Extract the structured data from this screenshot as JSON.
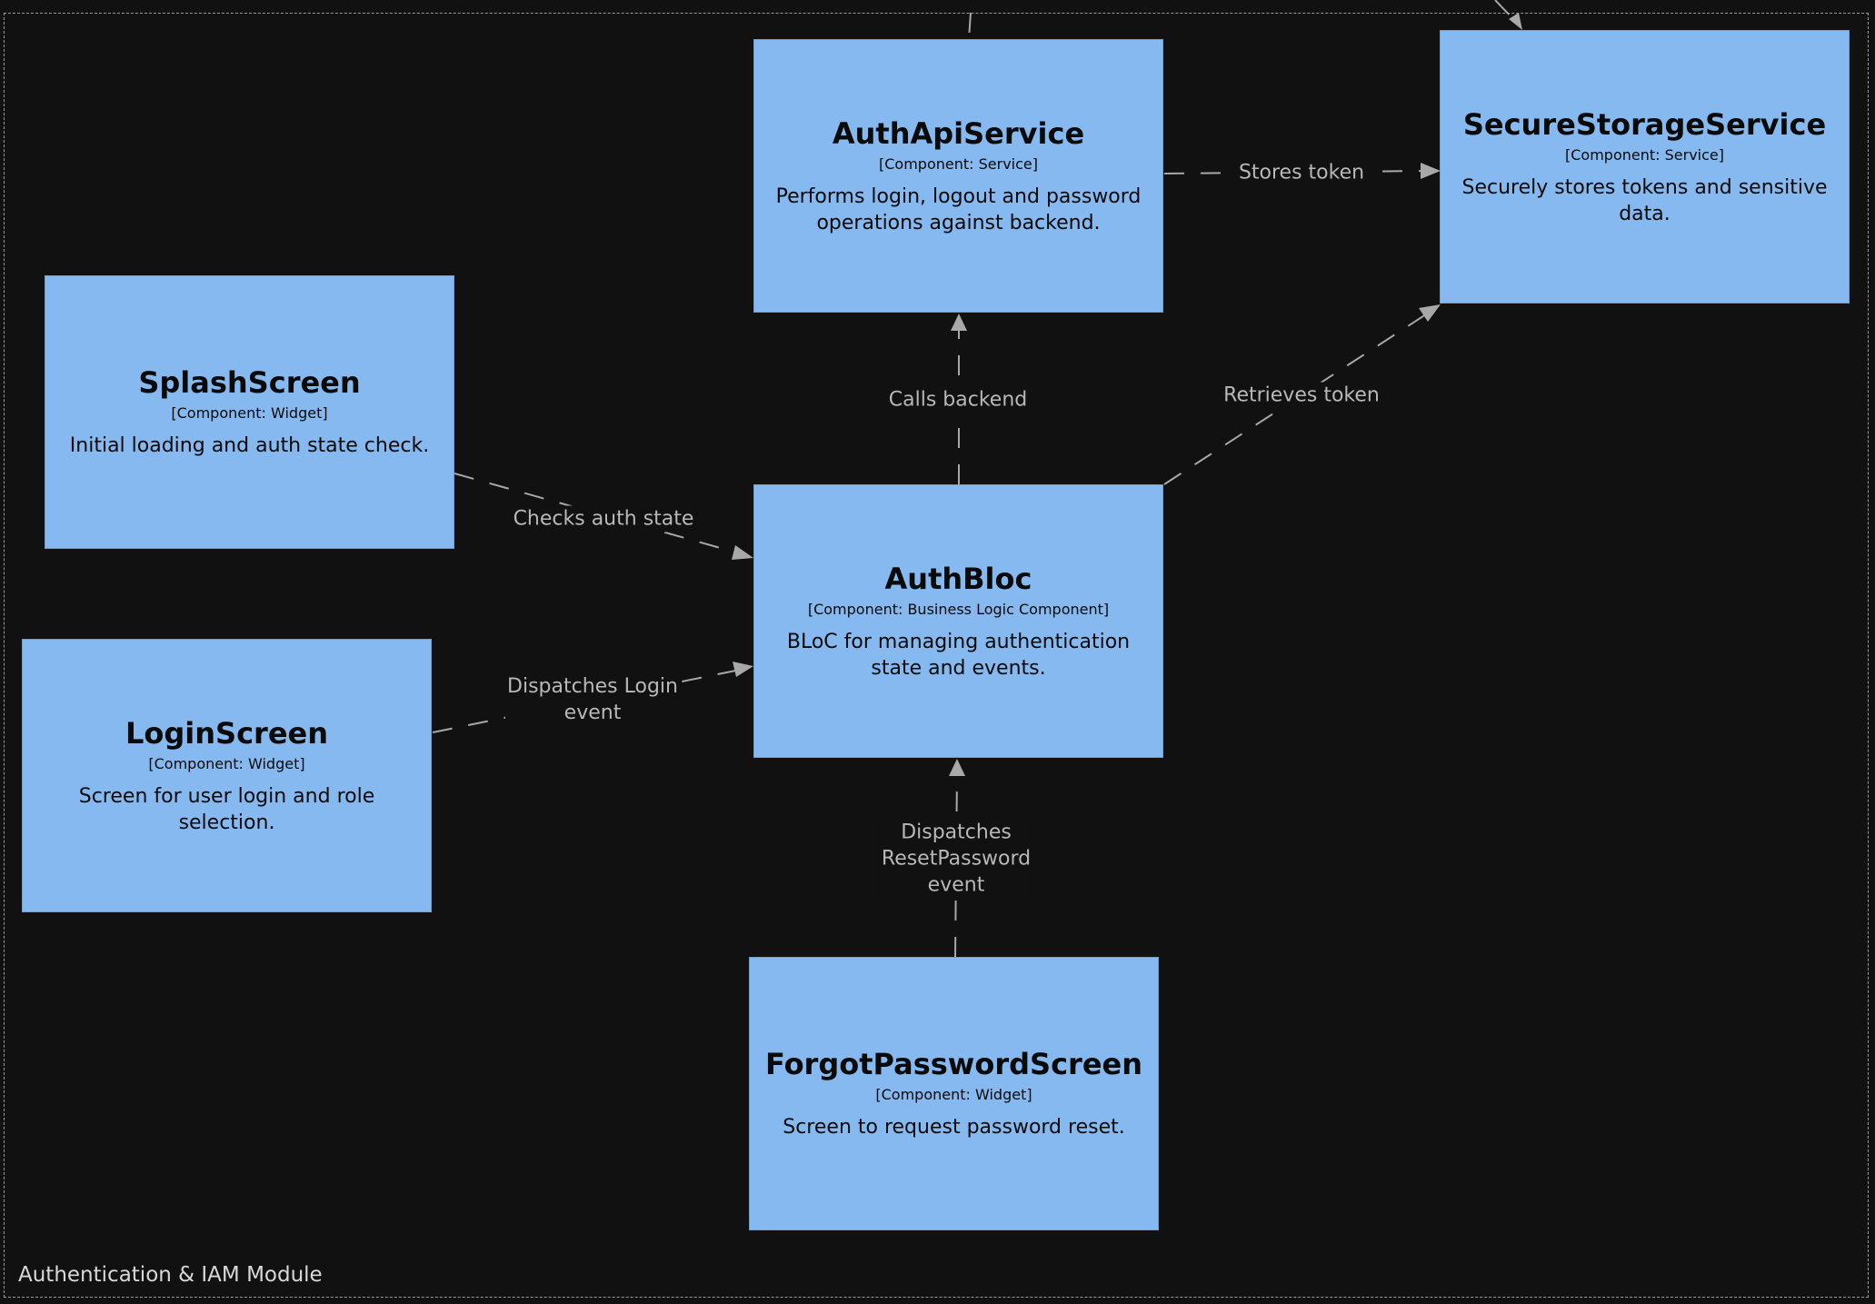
{
  "boundary": {
    "label": "Authentication & IAM Module"
  },
  "nodes": {
    "auth_api": {
      "title": "AuthApiService",
      "type": "[Component: Service]",
      "desc": "Performs login, logout and password operations against backend."
    },
    "secure_storage": {
      "title": "SecureStorageService",
      "type": "[Component: Service]",
      "desc": "Securely stores tokens and sensitive data."
    },
    "splash": {
      "title": "SplashScreen",
      "type": "[Component: Widget]",
      "desc": "Initial loading and auth state check."
    },
    "auth_bloc": {
      "title": "AuthBloc",
      "type": "[Component: Business Logic Component]",
      "desc": "BLoC for managing authentication state and events."
    },
    "login": {
      "title": "LoginScreen",
      "type": "[Component: Widget]",
      "desc": "Screen for user login and role selection."
    },
    "forgot": {
      "title": "ForgotPasswordScreen",
      "type": "[Component: Widget]",
      "desc": "Screen to request password reset."
    }
  },
  "edges": {
    "stores_token": "Stores token",
    "calls_backend": "Calls backend",
    "retrieves_token": "Retrieves token",
    "checks_auth": "Checks auth state",
    "dispatches_login": "Dispatches Login\nevent",
    "dispatches_reset": "Dispatches\nResetPassword\nevent"
  }
}
